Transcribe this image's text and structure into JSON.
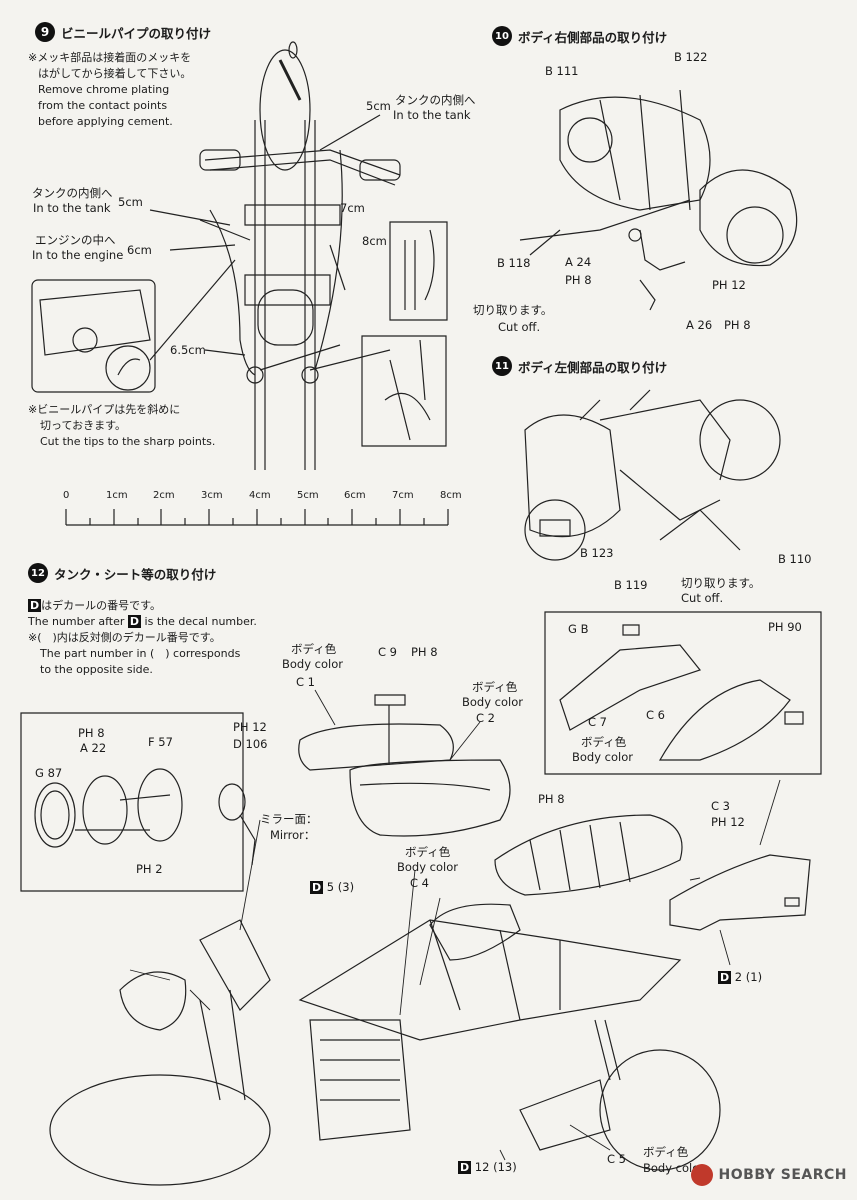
{
  "step9": {
    "number": "9",
    "title": "ビニールパイプの取り付け",
    "note_top": [
      "※メッキ部品は接着面のメッキを",
      "はがしてから接着して下さい。",
      "Remove chrome plating",
      "from the contact points",
      "before applying cement."
    ],
    "label_5cm": "5cm",
    "label_tank_top_jp": "タンクの内側へ",
    "label_tank_top_en": "In to the tank",
    "label_tank_left_jp": "タンクの内側へ",
    "label_tank_left_en": "In to the tank",
    "label_5cm_left": "5cm",
    "label_7cm": "7cm",
    "label_engine_jp": "エンジンの中へ",
    "label_engine_en": "In to the engine",
    "label_6cm": "6cm",
    "label_8cm": "8cm",
    "label_65cm": "6.5cm",
    "note_bottom": [
      "※ビニールパイプは先を斜めに",
      "切っておきます。",
      "Cut the tips to the sharp points."
    ]
  },
  "ruler": {
    "labels": [
      "0",
      "1cm",
      "2cm",
      "3cm",
      "4cm",
      "5cm",
      "6cm",
      "7cm",
      "8cm"
    ]
  },
  "step10": {
    "number": "10",
    "title": "ボディ右側部品の取り付け",
    "parts": [
      "B 111",
      "B 122",
      "B 118",
      "A 24",
      "PH 8",
      "PH 12",
      "A 26",
      "PH 8"
    ],
    "cutoff_jp": "切り取ります。",
    "cutoff_en": "Cut off."
  },
  "step11": {
    "number": "11",
    "title": "ボディ左側部品の取り付け",
    "parts": [
      "B 123",
      "B 119",
      "B 110"
    ],
    "cutoff_jp": "切り取ります。",
    "cutoff_en": "Cut off."
  },
  "step12": {
    "number": "12",
    "title": "タンク・シート等の取り付け",
    "decal_note_jp": "はデカールの番号です。",
    "decal_note_en_a": "The number after",
    "decal_note_en_b": "is the decal number.",
    "paren_note": [
      "※(　)内は反対側のデカール番号です。",
      "The part number in (　) corresponds",
      "to the opposite side."
    ],
    "body_color_jp": "ボディ色",
    "body_color_en": "Body color",
    "mirror_label_jp": "ミラー面：",
    "mirror_label_en": "Mirror：",
    "decal_labels": [
      "5 (3)",
      "2 (1)",
      "12 (13)"
    ],
    "parts_text": [
      "C 1",
      "C 9",
      "PH 8",
      "C 2",
      "PH 12",
      "D 106",
      "PH 8",
      "A 22",
      "F 57",
      "G 87",
      "PH 2",
      "PH 8",
      "C 3",
      "PH 12",
      "C 4",
      "C 5",
      "G B",
      "PH 90",
      "C 7",
      "C 6"
    ]
  },
  "watermark": "HOBBY SEARCH"
}
